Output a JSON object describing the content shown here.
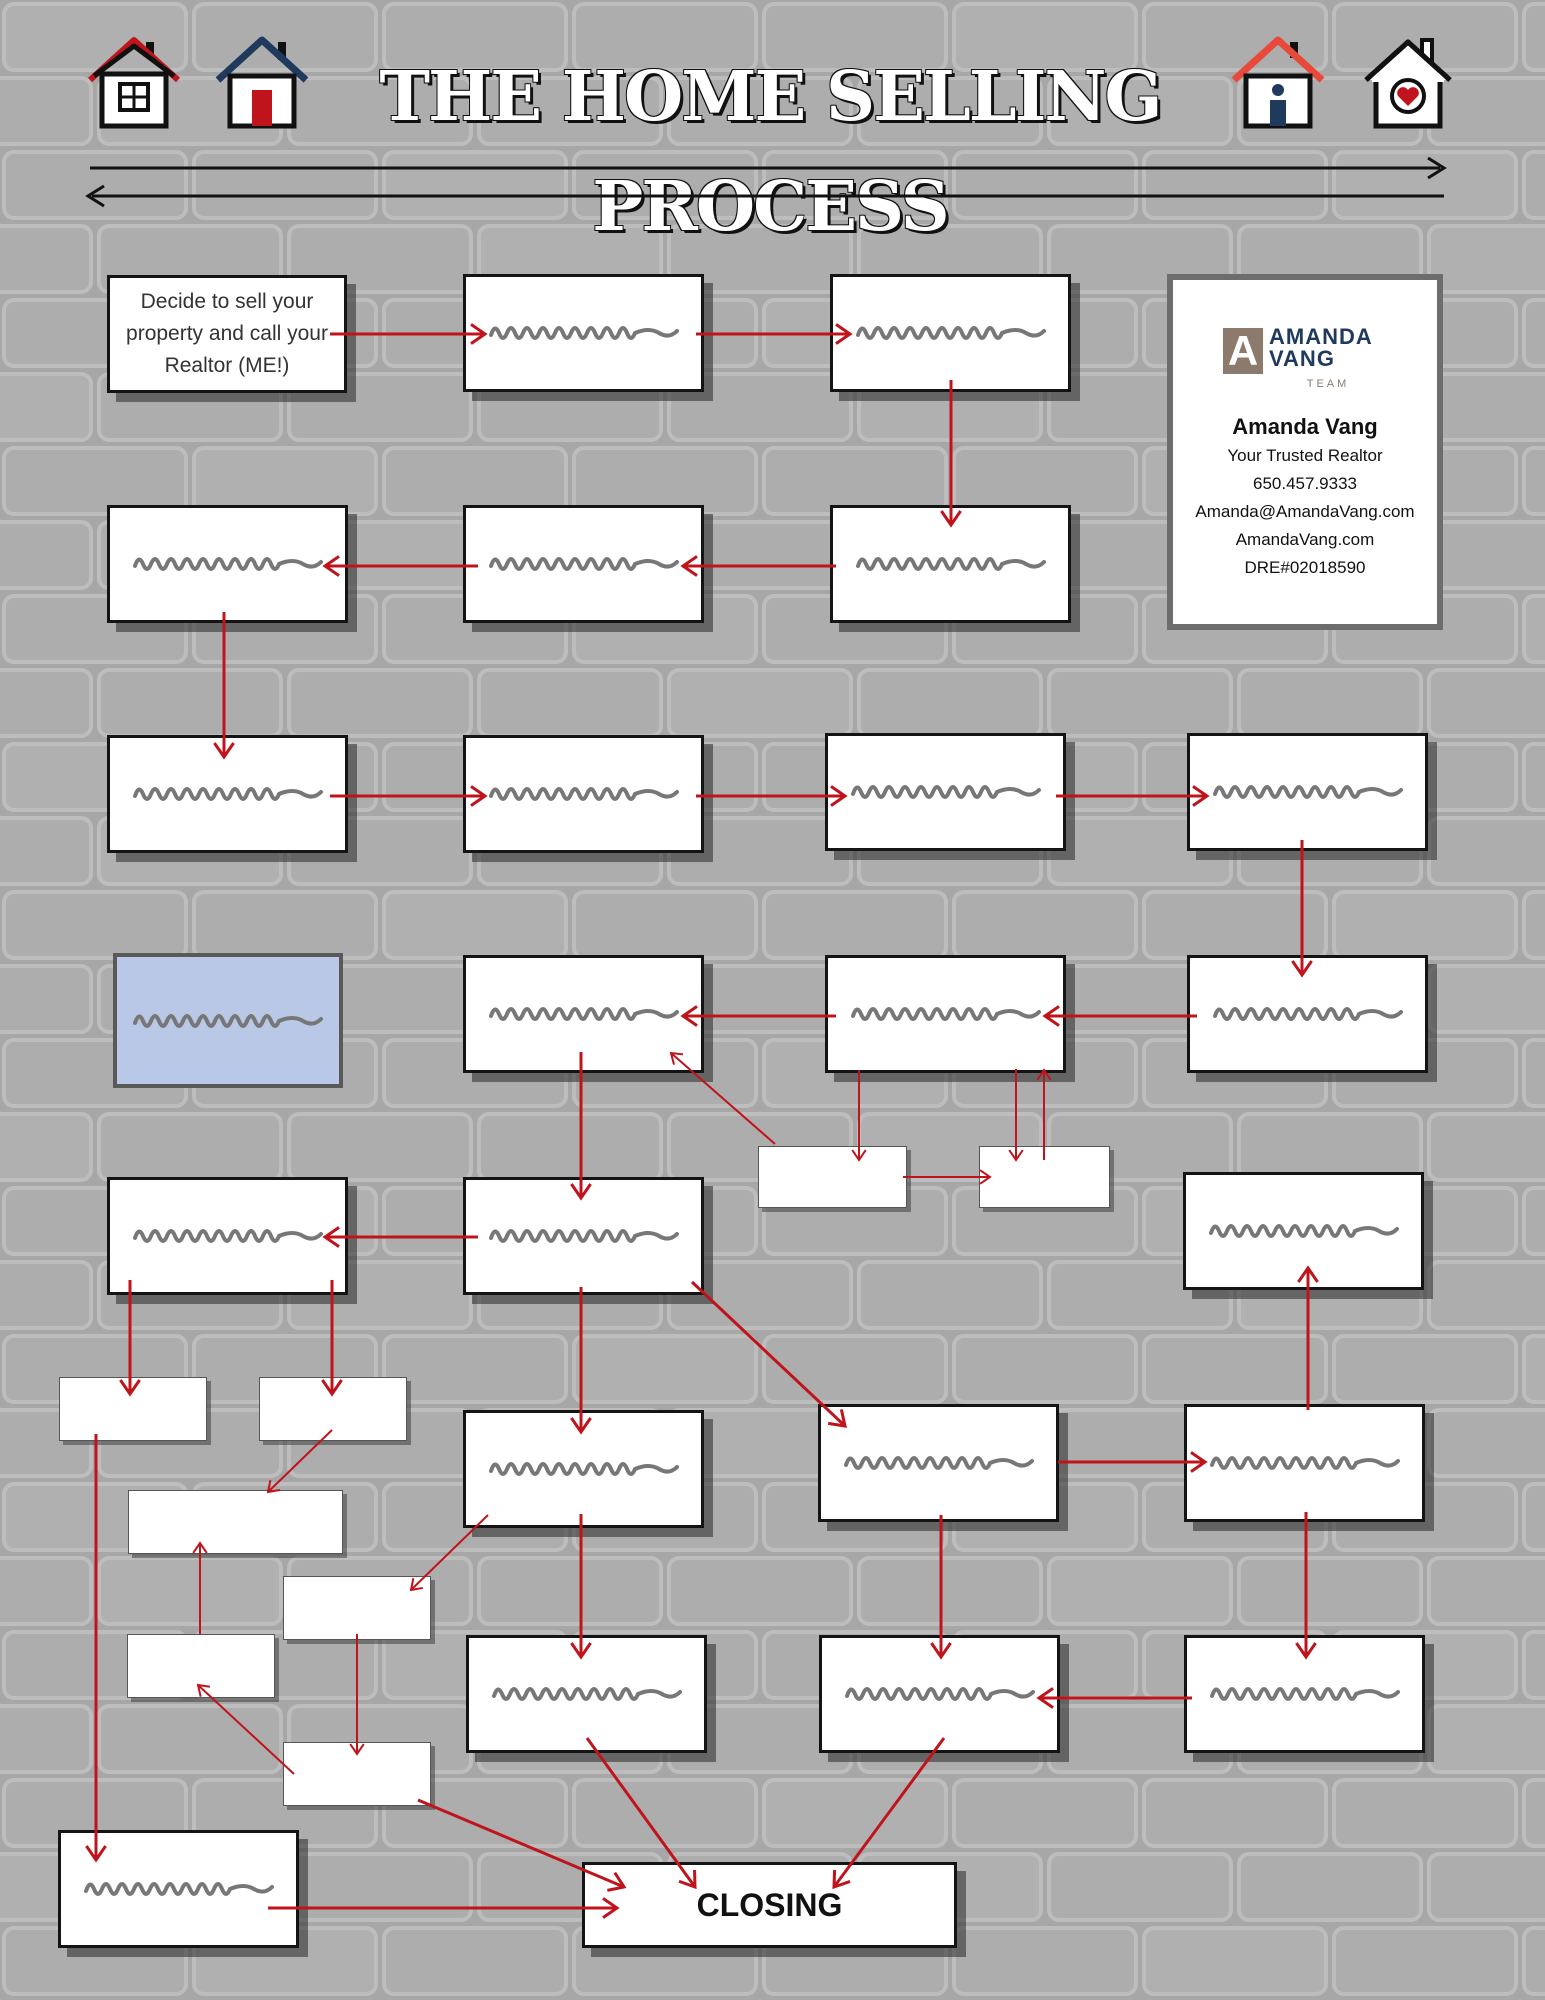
{
  "title": "THE HOME SELLING PROCESS",
  "colors": {
    "background": "#a7a7a7",
    "brick_mortar": "#bdbdbd",
    "arrow": "#c0141c",
    "box": "#ffffff",
    "highlight_box": "#b8c8e6",
    "logo_navy": "#1f3a5c",
    "logo_taupe": "#8c7b6d"
  },
  "icons": [
    "house-window-icon",
    "house-door-icon",
    "house-info-icon",
    "house-heart-icon"
  ],
  "steps": {
    "first": "Decide to sell your property and call your Realtor (ME!)",
    "closing": "CLOSING"
  },
  "card": {
    "logo_letter": "A",
    "logo_line1": "AMANDA",
    "logo_line2": "VANG",
    "logo_team": "TEAM",
    "name": "Amanda Vang",
    "tagline": "Your Trusted Realtor",
    "phone": "650.457.9333",
    "email": "Amanda@AmandaVang.com",
    "website": "AmandaVang.com",
    "license": "DRE#02018590"
  }
}
